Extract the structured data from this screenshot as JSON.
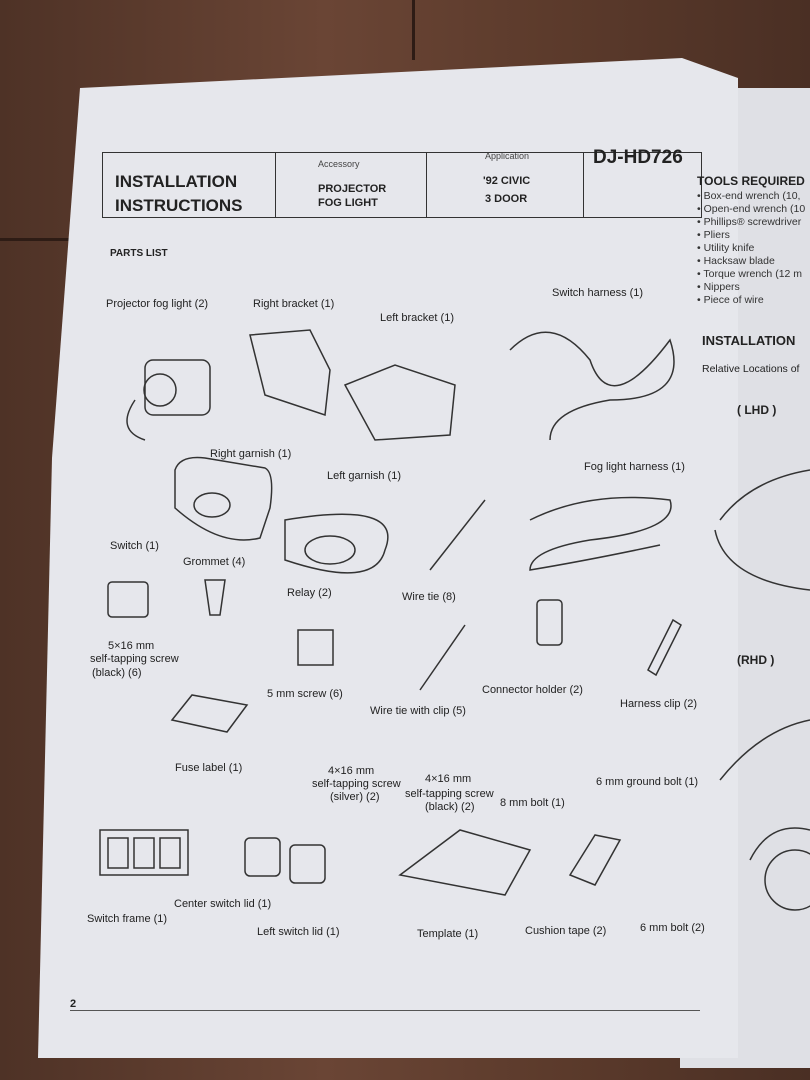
{
  "header": {
    "title_line1": "INSTALLATION",
    "title_line2": "INSTRUCTIONS",
    "accessory_label": "Accessory",
    "accessory_line1": "PROJECTOR",
    "accessory_line2": "FOG LIGHT",
    "application_label": "Application",
    "application_line1": "'92 CIVIC",
    "application_line2": "3 DOOR",
    "part_number": "DJ-HD726"
  },
  "parts_list_heading": "PARTS LIST",
  "parts": [
    "Projector fog light (2)",
    "Right bracket (1)",
    "Left bracket (1)",
    "Switch harness (1)",
    "Right garnish (1)",
    "Left garnish (1)",
    "Fog light harness (1)",
    "Switch (1)",
    "Grommet (4)",
    "Relay (2)",
    "Wire tie (8)",
    "5×16 mm",
    "self-tapping screw",
    "(black) (6)",
    "5 mm screw (6)",
    "Wire tie with clip (5)",
    "Connector holder (2)",
    "Harness clip (2)",
    "Fuse label (1)",
    "4×16 mm",
    "self-tapping screw",
    "(silver) (2)",
    "4×16 mm",
    "self-tapping screw",
    "(black) (2)",
    "8 mm bolt (1)",
    "6 mm ground bolt (1)",
    "Switch frame (1)",
    "Center switch lid (1)",
    "Left switch lid (1)",
    "Template (1)",
    "Cushion tape (2)",
    "6 mm bolt (2)"
  ],
  "page_number": "2",
  "right_page": {
    "tools_heading": "TOOLS REQUIRED",
    "tools": [
      "Box-end wrench (10,",
      "Open-end wrench (10",
      "Phillips® screwdriver",
      "Pliers",
      "Utility knife",
      "Hacksaw blade",
      "Torque wrench (12 m",
      "Nippers",
      "Piece of wire"
    ],
    "installation_heading": "INSTALLATION",
    "relative_locations": "Relative Locations of",
    "lhd": "( LHD )",
    "rhd": "(RHD )"
  }
}
